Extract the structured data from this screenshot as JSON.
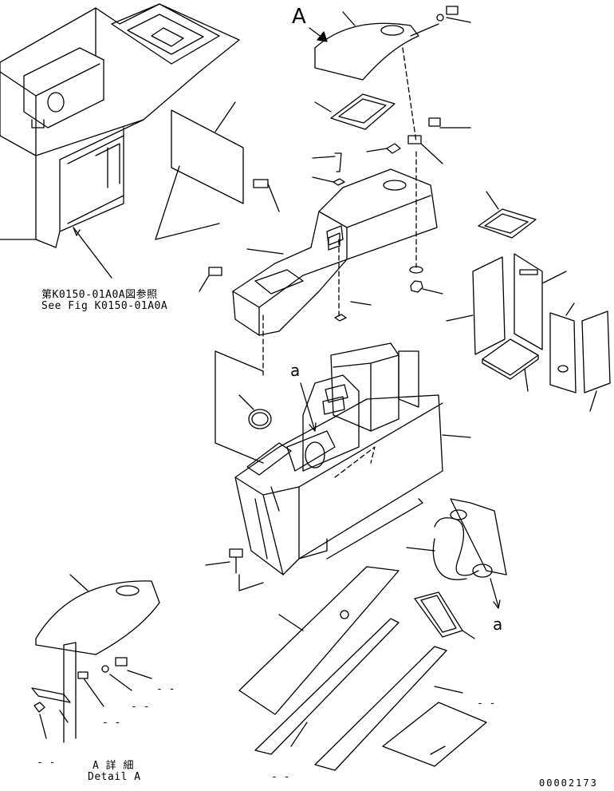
{
  "view_marker": "A",
  "section_marker_top": "a",
  "section_marker_bottom": "a",
  "reference": {
    "jp": "第K0150-01A0A図参照",
    "en": "See Fig K0150-01A0A"
  },
  "detail": {
    "jp": "A 詳 細",
    "en": "Detail A"
  },
  "placeholders": [
    "- -",
    "- -",
    "- -",
    "- -",
    "- -",
    "- -"
  ],
  "drawing_number": "00002173",
  "colors": {
    "line": "#000000",
    "background": "#ffffff"
  }
}
